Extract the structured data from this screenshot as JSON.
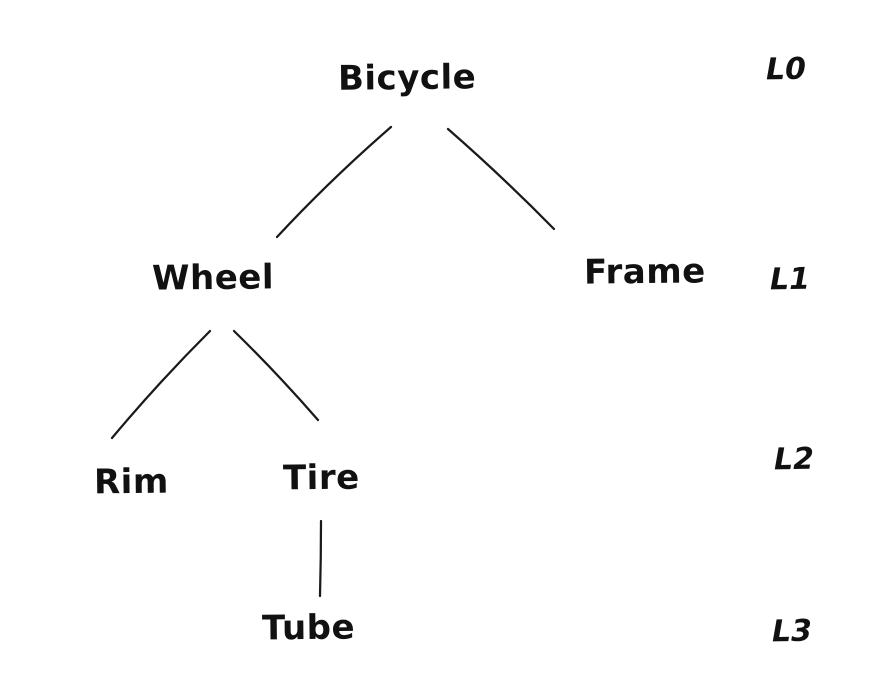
{
  "diagram": {
    "type": "tree",
    "style": "hand-drawn sketch",
    "colors": {
      "ink": "#1a1a1a",
      "background": "#ffffff"
    },
    "nodes": {
      "bicycle": {
        "label": "Bicycle",
        "level": 0
      },
      "wheel": {
        "label": "Wheel",
        "level": 1
      },
      "frame": {
        "label": "Frame",
        "level": 1
      },
      "rim": {
        "label": "Rim",
        "level": 2
      },
      "tire": {
        "label": "Tire",
        "level": 2
      },
      "tube": {
        "label": "Tube",
        "level": 3
      }
    },
    "edges": [
      {
        "from": "Bicycle",
        "to": "Wheel"
      },
      {
        "from": "Bicycle",
        "to": "Frame"
      },
      {
        "from": "Wheel",
        "to": "Rim"
      },
      {
        "from": "Wheel",
        "to": "Tire"
      },
      {
        "from": "Tire",
        "to": "Tube"
      }
    ],
    "level_labels": {
      "l0": "L0",
      "l1": "L1",
      "l2": "L2",
      "l3": "L3"
    }
  }
}
